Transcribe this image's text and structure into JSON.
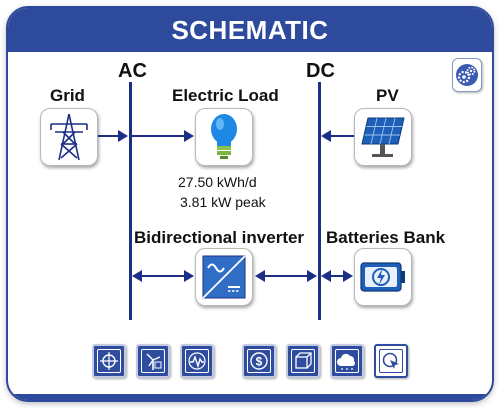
{
  "window": {
    "title": "SCHEMATIC"
  },
  "buses": {
    "ac_label": "AC",
    "dc_label": "DC"
  },
  "components": {
    "grid": {
      "label": "Grid",
      "icon": "power-tower-icon"
    },
    "electric_load": {
      "label": "Electric Load",
      "icon": "light-bulb-icon",
      "energy": "27.50 kWh/d",
      "peak": "3.81 kW peak"
    },
    "pv": {
      "label": "PV",
      "icon": "solar-panel-icon"
    },
    "inverter": {
      "label": "Bidirectional inverter",
      "icon": "inverter-icon"
    },
    "batteries": {
      "label": "Batteries Bank",
      "icon": "battery-bank-icon"
    }
  },
  "toolbar": {
    "buttons": [
      {
        "icon": "compass-target-icon",
        "style": "dark"
      },
      {
        "icon": "wind-turbine-icon",
        "style": "dark"
      },
      {
        "icon": "waveform-icon",
        "style": "dark"
      },
      {
        "icon": "dollar-icon",
        "style": "dark"
      },
      {
        "icon": "cube-icon",
        "style": "dark"
      },
      {
        "icon": "cloud-icon",
        "style": "dark"
      },
      {
        "icon": "cursor-target-icon",
        "style": "light"
      }
    ]
  },
  "colors": {
    "primary": "#2e4a9c",
    "bus_line": "#1c2f86",
    "bulb": "#1e88e5",
    "bulb_base": "#8bc34a"
  }
}
